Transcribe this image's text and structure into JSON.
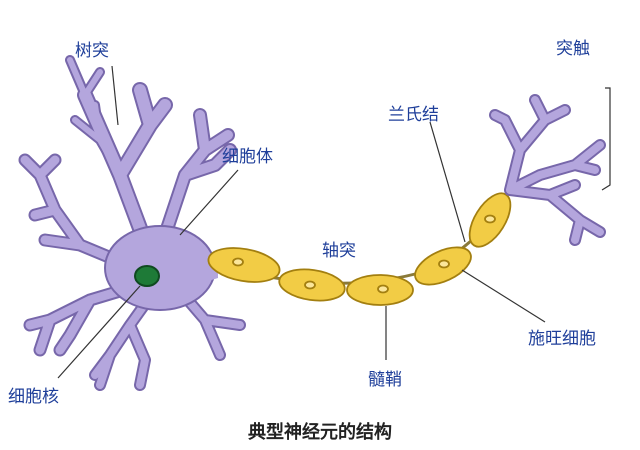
{
  "labels": {
    "dendrite": "树突",
    "terminal": "突触",
    "cell_body": "细胞体",
    "node_ranvier": "兰氏结",
    "axon": "轴突",
    "schwann": "施旺细胞",
    "nucleus": "细胞核",
    "myelin": "髓鞘"
  },
  "caption": "典型神经元的结构",
  "colors": {
    "cell": "#b4a6dd",
    "cell_outline": "#7767aa",
    "myelin": "#f2cc45",
    "myelin_outline": "#a37f10",
    "nucleus": "#1e7a37",
    "label": "#1f3f9a",
    "pointer": "#333333"
  }
}
